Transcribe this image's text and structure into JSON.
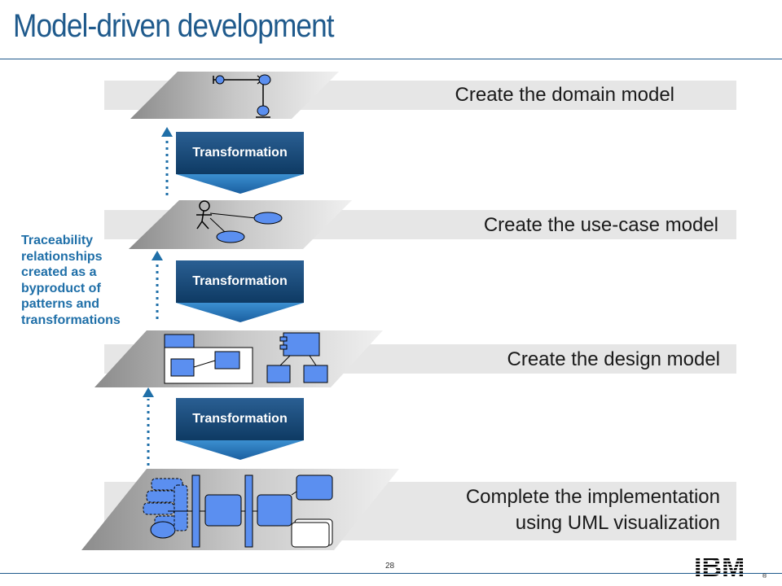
{
  "title": "Model-driven development",
  "bands": [
    {
      "label": "Create the domain model"
    },
    {
      "label": "Create the use-case model"
    },
    {
      "label": "Create the design model"
    },
    {
      "label_line1": "Complete the implementation",
      "label_line2": "using UML visualization"
    }
  ],
  "transformations": [
    {
      "label": "Transformation"
    },
    {
      "label": "Transformation"
    },
    {
      "label": "Transformation"
    }
  ],
  "traceability_note": "Traceability relationships created as a byproduct of patterns and transformations",
  "page_number": "28",
  "logo_text": "IBM",
  "colors": {
    "title": "#1f5a8c",
    "band": "#e6e6e6",
    "transformation": "#1a4a7a",
    "trace": "#1f6fa8",
    "uml_shape": "#5b8ff0"
  }
}
